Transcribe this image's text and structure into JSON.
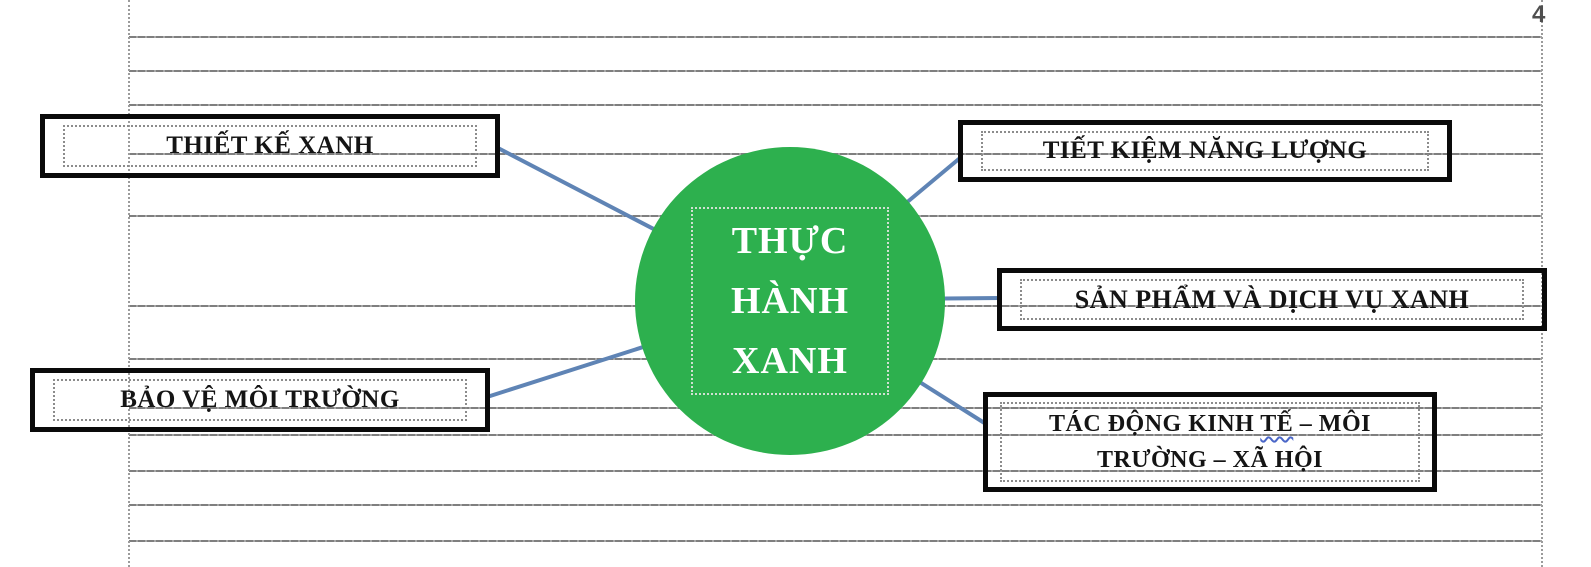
{
  "page": {
    "number": "4"
  },
  "diagram": {
    "center": {
      "line1": "THỰC",
      "line2": "HÀNH",
      "line3": "XANH",
      "full_label": "THỰC HÀNH XANH",
      "fill_color": "#2db04e"
    },
    "nodes": [
      {
        "id": "thiet-ke-xanh",
        "label": "THIẾT KẾ XANH"
      },
      {
        "id": "tiet-kiem-nang-luong",
        "label": "TIẾT KIỆM NĂNG LƯỢNG"
      },
      {
        "id": "san-pham-va-dich-vu-xanh",
        "label": "SẢN PHẨM VÀ DỊCH VỤ XANH"
      },
      {
        "id": "bao-ve-moi-truong",
        "label": "BẢO VỆ MÔI TRƯỜNG"
      },
      {
        "id": "tac-dong-kinh-te-moi-truong-xa-hoi",
        "label_line1_pre": "TÁC ĐỘNG KINH ",
        "label_line1_flagged": "TẾ",
        "label_line1_post": " – MÔI",
        "label_line2": "TRƯỜNG – XÃ HỘI",
        "full_label": "TÁC ĐỘNG KINH TẾ – MÔI TRƯỜNG – XÃ HỘI"
      }
    ],
    "connector_color": "#5f84b5",
    "frame_border_color": "#0a0a0a"
  }
}
